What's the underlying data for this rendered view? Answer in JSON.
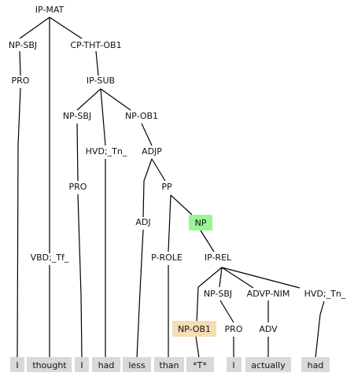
{
  "colors": {
    "leaf_box": "#d9d9d9",
    "np_highlight": "#98f598",
    "np_ob1_highlight": "#f5deb3",
    "edge": "#000000"
  },
  "nodes": {
    "ip_mat": "IP-MAT",
    "np_sbj": "NP-SBJ",
    "pro": "PRO",
    "cp_tht_ob1": "CP-THT-OB1",
    "vbd": "VBD;_Tf_",
    "ip_sub": "IP-SUB",
    "np_sbj_2": "NP-SBJ",
    "pro_2": "PRO",
    "hvd": "HVD;_Tn_",
    "np_ob1": "NP-OB1",
    "adjp": "ADJP",
    "adj": "ADJ",
    "pp": "PP",
    "p_role": "P-ROLE",
    "np": "NP",
    "ip_rel": "IP-REL",
    "np_ob1_2": "NP-OB1",
    "np_sbj_3": "NP-SBJ",
    "pro_3": "PRO",
    "advp_nim": "ADVP-NIM",
    "adv": "ADV",
    "hvd_2": "HVD;_Tn_"
  },
  "leaves": [
    "I",
    "thought",
    "I",
    "had",
    "less",
    "than",
    "*T*",
    "I",
    "actually",
    "had"
  ]
}
